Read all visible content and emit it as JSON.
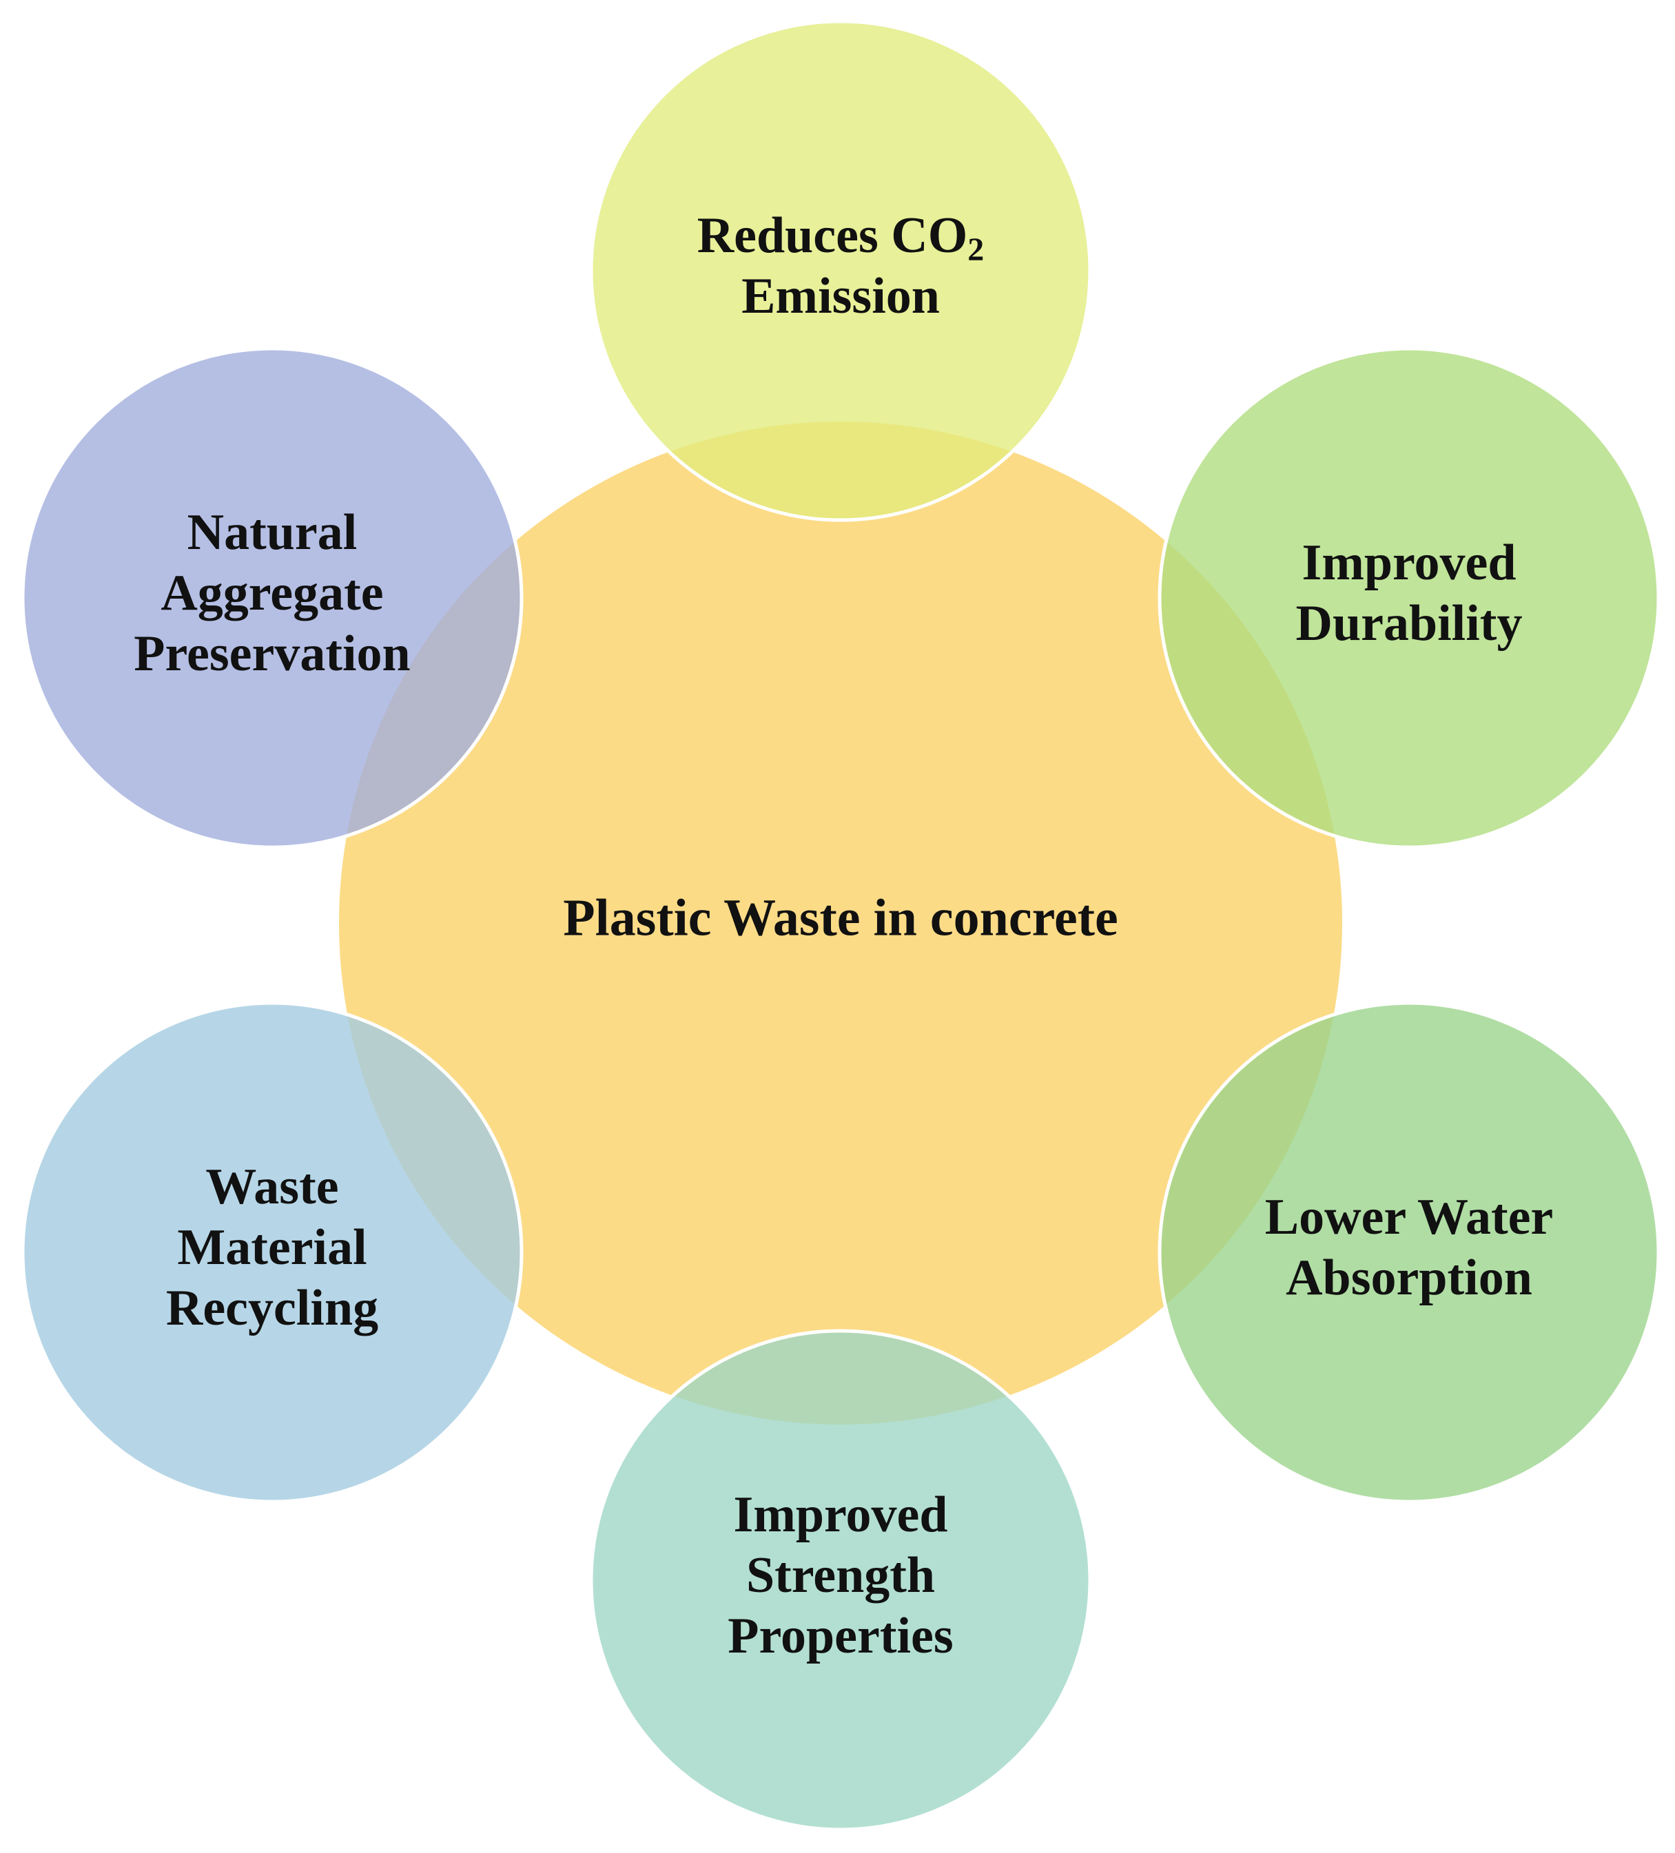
{
  "center": {
    "label": "Plastic Waste in concrete",
    "color": "#FCDB87"
  },
  "benefits": [
    {
      "id": "reduces-co2-emission",
      "lines": [
        [
          "Reduces CO",
          "2"
        ],
        [
          "Emission"
        ]
      ],
      "color": "#E2EC7C"
    },
    {
      "id": "improved-durability",
      "lines": [
        [
          "Improved"
        ],
        [
          "Durability"
        ]
      ],
      "color": "#AEDD7E"
    },
    {
      "id": "lower-water-absorption",
      "lines": [
        [
          "Lower Water"
        ],
        [
          "Absorption"
        ]
      ],
      "color": "#9AD48A"
    },
    {
      "id": "improved-strength-properties",
      "lines": [
        [
          "Improved"
        ],
        [
          "Strength"
        ],
        [
          "Properties"
        ]
      ],
      "color": "#9CD6C4"
    },
    {
      "id": "waste-material-recycling",
      "lines": [
        [
          "Waste"
        ],
        [
          "Material"
        ],
        [
          "Recycling"
        ]
      ],
      "color": "#A2CAE0"
    },
    {
      "id": "natural-aggregate-preservation",
      "lines": [
        [
          "Natural"
        ],
        [
          "Aggregate"
        ],
        [
          "Preservation"
        ]
      ],
      "color": "#A0ADDC"
    }
  ]
}
